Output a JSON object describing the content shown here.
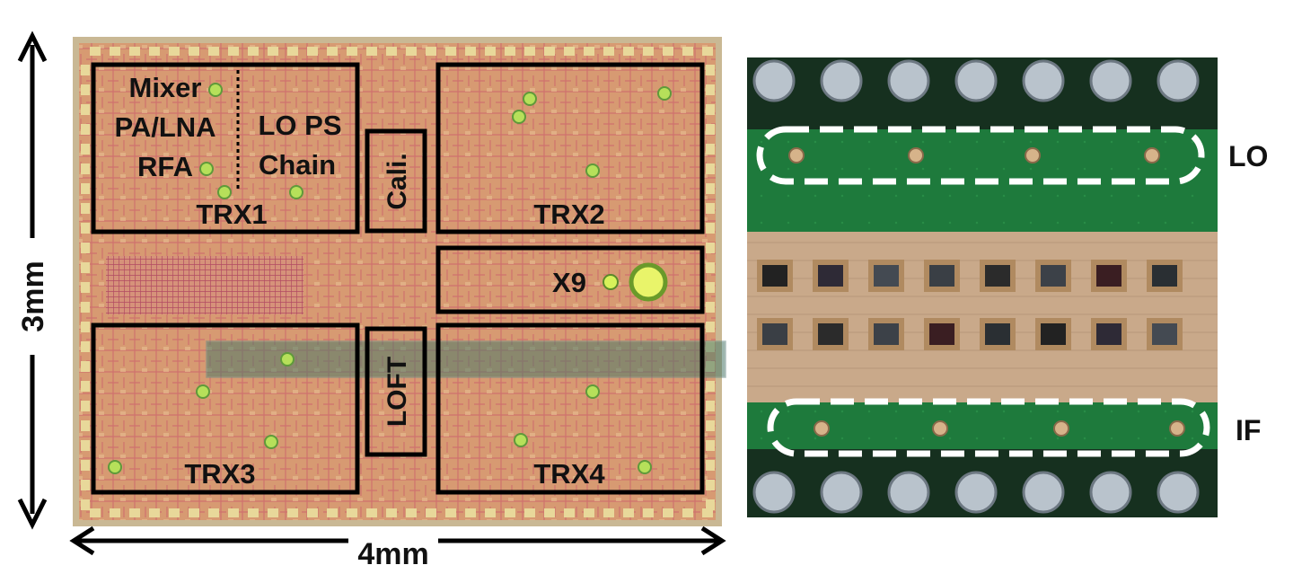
{
  "die_photo": {
    "dimension_height": "3mm",
    "dimension_width": "4mm",
    "blocks": {
      "trx1": "TRX1",
      "trx2": "TRX2",
      "trx3": "TRX3",
      "trx4": "TRX4",
      "x9": "X9",
      "cali": "Cali.",
      "loft": "LOFT"
    },
    "trx1_sub_left": [
      "Mixer",
      "PA/LNA",
      "RFA"
    ],
    "trx1_sub_right": [
      "LO PS",
      "Chain"
    ]
  },
  "board_photo": {
    "lo_label": "LO",
    "if_label": "IF"
  },
  "colors": {
    "die_base": "#d79a72",
    "die_trace": "#c8506a",
    "board_green": "#1e7a3c",
    "block_outline": "#000000",
    "dashed_outline": "#ffffff"
  }
}
